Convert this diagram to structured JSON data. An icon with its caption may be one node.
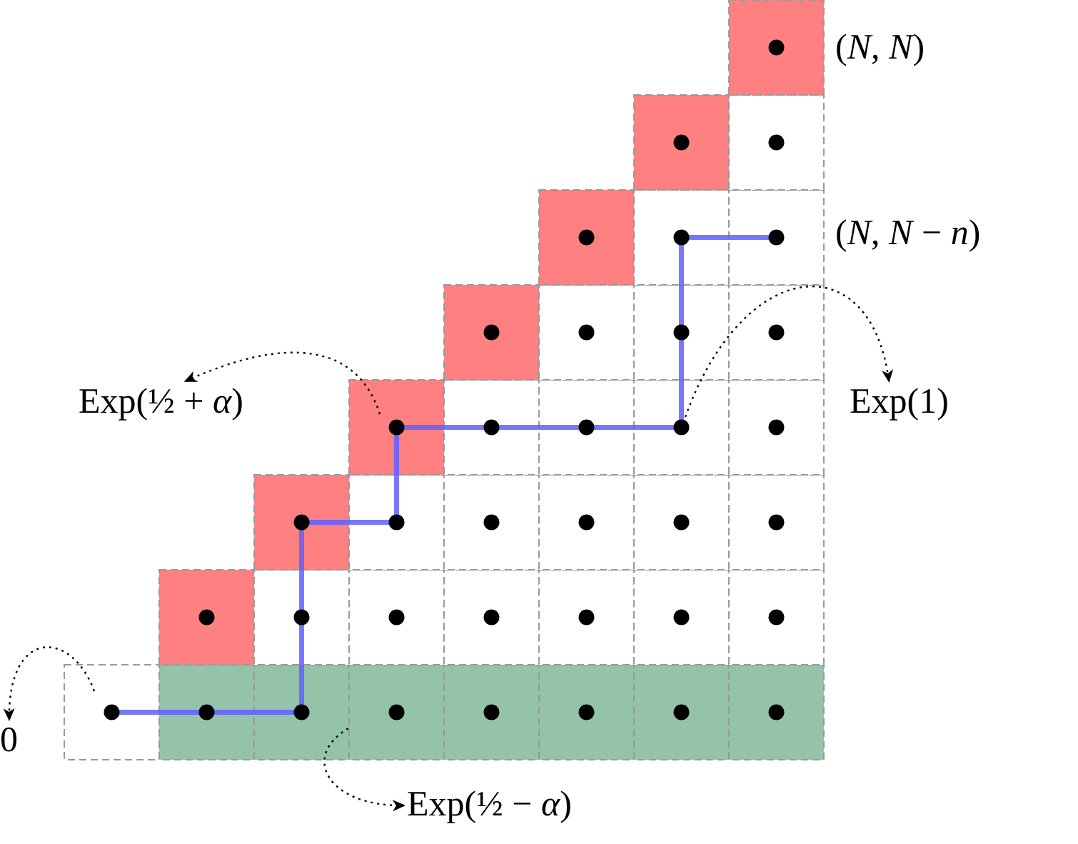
{
  "diagram": {
    "nodes": [
      {
        "text": [
          "Exp(½ + *α*)"
        ]
      },
      {
        "text": [
          "Exp(1)"
        ]
      },
      {
        "text": [
          "0"
        ]
      },
      {
        "text": [
          "Exp(½ − *α*)"
        ]
      }
    ],
    "edges": [
      {
        "from": null,
        "to": 0,
        "arrow": "to",
        "style": "dashed"
      },
      {
        "from": null,
        "to": 1,
        "arrow": "to",
        "style": "dashed"
      },
      {
        "from": null,
        "to": 2,
        "arrow": "to",
        "style": "dashed"
      },
      {
        "from": null,
        "to": 3,
        "arrow": "to",
        "style": "dashed"
      }
    ],
    "labels": [
      "(*N*, *N*)",
      "(*N*, *N* − *n*)"
    ]
  }
}
